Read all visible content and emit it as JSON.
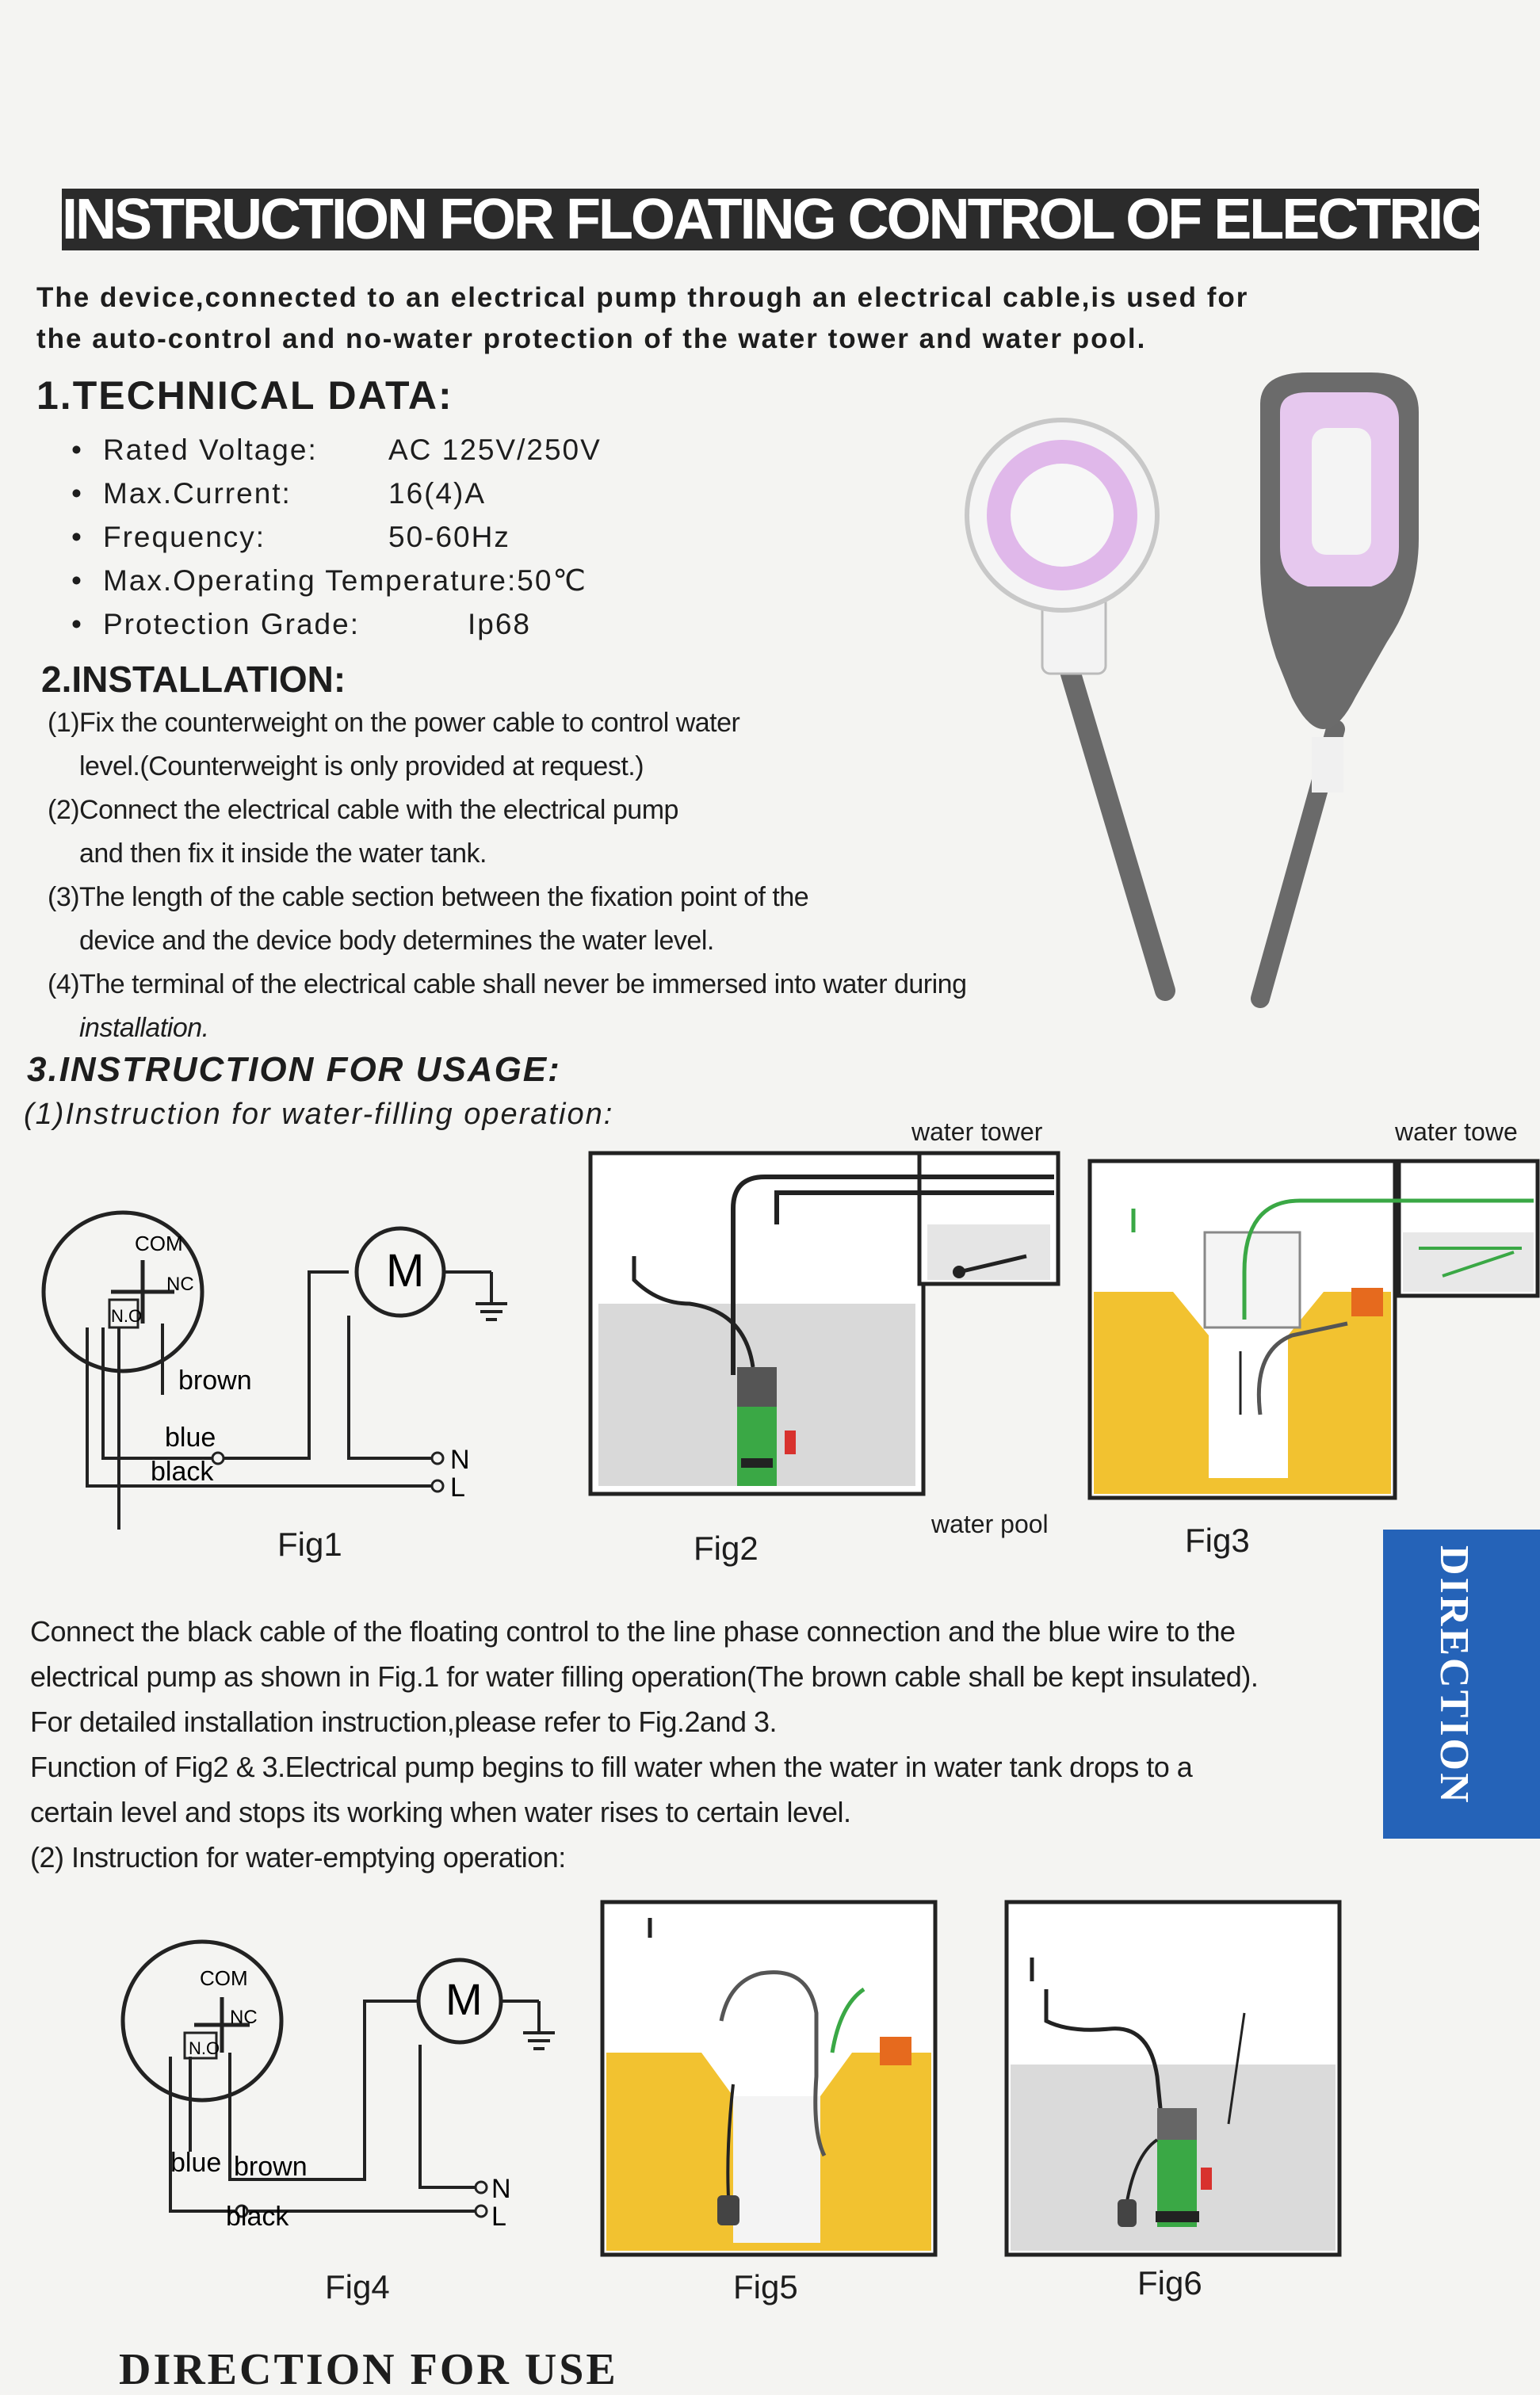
{
  "title": "INSTRUCTION FOR FLOATING CONTROL OF ELECTRICAL PUMP",
  "intro": [
    "The device,connected to an electrical pump through an electrical cable,is used for",
    "the auto-control and no-water protection of the water tower and water pool."
  ],
  "technical": {
    "heading": "1.TECHNICAL DATA:",
    "items": [
      {
        "label": "Rated Voltage:",
        "value": "AC 125V/250V"
      },
      {
        "label": "Max.Current:",
        "value": "16(4)A"
      },
      {
        "label": "Frequency:",
        "value": "50-60Hz"
      },
      {
        "label": "Max.Operating Temperature:50℃",
        "value": ""
      },
      {
        "label": "Protection Grade:",
        "value": "Ip68"
      }
    ]
  },
  "installation": {
    "heading": "2.INSTALLATION:",
    "lines": [
      "(1)Fix the counterweight on the power cable to control water",
      "level.(Counterweight is only provided at request.)",
      "(2)Connect the electrical cable with the electrical pump",
      "and then fix it inside the water tank.",
      "(3)The length of the cable section between the fixation point of the",
      "device and the device body determines the water level.",
      "(4)The terminal of the electrical cable shall never be immersed into water during",
      "installation."
    ]
  },
  "usage": {
    "heading": "3.INSTRUCTION FOR USAGE:",
    "filling_heading": "(1)Instruction for water-filling operation:",
    "paragraph": [
      "Connect the black cable of the floating control to the line phase connection and the blue wire to the",
      "electrical pump as shown in Fig.1 for water filling operation(The brown cable shall be kept insulated).",
      "For detailed installation instruction,please refer to Fig.2and 3.",
      "Function of Fig2 & 3.Electrical pump begins to fill water when the water in water tank drops to a",
      "certain level and stops its working when water rises to certain level."
    ],
    "emptying_heading": "(2) Instruction for water-emptying operation:"
  },
  "labels": {
    "water_tower": "water tower",
    "water_tower_cut": "water towe",
    "water_pool": "water pool",
    "com": "COM",
    "nc": "NC",
    "no": "N.O",
    "motor": "M",
    "brown": "brown",
    "blue": "blue",
    "black": "black",
    "n": "N",
    "l": "L"
  },
  "figures": [
    "Fig1",
    "Fig2",
    "Fig3",
    "Fig4",
    "Fig5",
    "Fig6"
  ],
  "side_tab": "DIRECTION",
  "footer": "DIRECTION FOR USE",
  "colors": {
    "banner": "#2b2b2b",
    "accent_blue": "#2563b8",
    "sand": "#f2c230",
    "float_pink": "#e6c8ee",
    "pump_green": "#3aa845"
  }
}
